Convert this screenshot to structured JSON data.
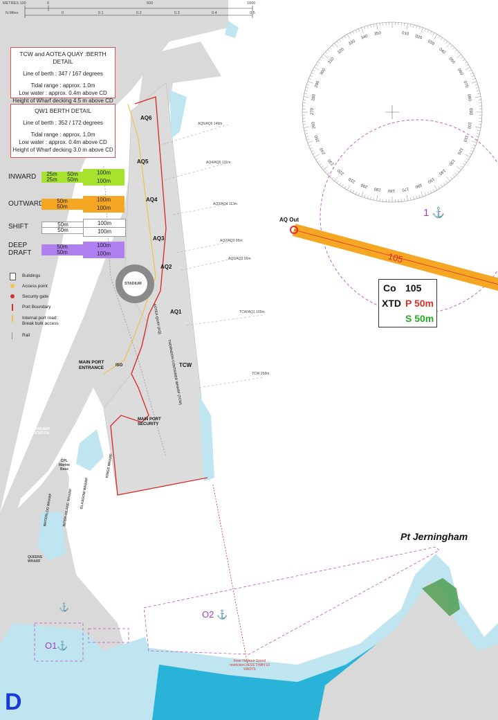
{
  "scale": {
    "metres_label": "METRES 100",
    "metres_ticks": [
      "0",
      "500",
      "1000"
    ],
    "nmiles_label": "N.Miles",
    "nmiles_ticks": [
      "0",
      "0.1",
      "0.2",
      "0.3",
      "0.4",
      "0.5"
    ]
  },
  "tcw_box": {
    "title": "TCW and AOTEA  QUAY :BERTH DETAIL",
    "line_of_berth": "Line of berth : 347 / 167 degrees",
    "tidal_range": "Tidal range : approx. 1.0m",
    "low_water": "Low water : approx. 0.4m above CD",
    "wharf_height": "Height of Wharf decking 4.5 m above CD"
  },
  "qw1_box": {
    "title": "QW1 BERTH DETAIL",
    "line_of_berth": "Line of berth : 352 / 172 degrees",
    "tidal_range": "Tidal range : approx. 1.0m",
    "low_water": "Low water : approx. 0.4m above CD",
    "wharf_height": "Height of Wharf decking 3.0 m above CD"
  },
  "movements": [
    {
      "label": "INWARD",
      "color": "#a6e22e",
      "top": [
        "25m",
        "50m",
        "100m"
      ],
      "bottom": [
        "25m",
        "50m",
        "100m"
      ]
    },
    {
      "label": "OUTWARD",
      "color": "#f5a623",
      "top": [
        "50m",
        "100m"
      ],
      "bottom": [
        "50m",
        "100m"
      ]
    },
    {
      "label": "SHIFT",
      "color": "#ffffff",
      "top": [
        "50m",
        "100m"
      ],
      "bottom": [
        "50m",
        "100m"
      ]
    },
    {
      "label": "DEEP DRAFT",
      "color": "#b07ff0",
      "top": [
        "50m",
        "100m"
      ],
      "bottom": [
        "50m",
        "100m"
      ]
    }
  ],
  "key": {
    "buildings": "Buildings",
    "access_point": "Access point",
    "security_gate": "Security gate",
    "port_boundary": "Port Boundary",
    "internal_road": "Internal port road:",
    "internal_road_2": "Break bulk access",
    "rail": "Rail"
  },
  "berths": [
    "AQ6",
    "AQ5",
    "AQ4",
    "AQ3",
    "AQ2",
    "AQ1",
    "TCW"
  ],
  "berth_lines": [
    "AQ5/AQ6 149m",
    "AQ4/AQ5 131m",
    "AQ3/AQ4 113m",
    "AQ2/AQ3 95m",
    "AQ1/AQ2 95m",
    "TCW/AQ1 165m",
    "TCW 258m"
  ],
  "places": {
    "stadium": "STADIUM",
    "main_port_entrance": "MAIN PORT ENTRANCE",
    "main_port_security": "MAIN PORT SECURITY",
    "iso": "ISO",
    "aotea_quay": "AOTEA QUAY (AQ)",
    "thorndon": "THORNDON CONTAINER WHARF (TCW)",
    "kings_wharf": "KINGS WHARF",
    "glasgow_wharf": "GLASGOW WHARF",
    "interisland_wharf": "INTER-ISLAND WHARF",
    "waterloo_wharf": "WATERLOO WHARF",
    "queens_wharf": "QUEENS WHARF",
    "cpl_marine": "CPL Marine Base",
    "railway_station": "RAILWAY STATION",
    "speed_note": "Inner Harbour Speed restriction LESS THAN 10 KNOTS",
    "pt_jerningham": "Pt Jerningham",
    "anchorage_1": "1",
    "anchorage_o1": "O1",
    "anchorage_o2": "O2"
  },
  "course": {
    "start_label": "AQ Out",
    "bearing_label": "105",
    "co_label": "Co",
    "co_value": "105",
    "xtd_label": "XTD",
    "port_value": "P 50m",
    "stbd_value": "S 50m"
  },
  "compass": {
    "labels": [
      "350",
      "010",
      "020",
      "030",
      "040",
      "050",
      "060",
      "070",
      "080",
      "090",
      "100",
      "110",
      "120",
      "130",
      "140",
      "150",
      "160",
      "170",
      "180",
      "190",
      "200",
      "210",
      "220",
      "230",
      "240",
      "250",
      "260",
      "270",
      "280",
      "290",
      "300",
      "310",
      "320",
      "330",
      "340"
    ]
  },
  "sheet_letter": "D",
  "colors": {
    "water_light": "#bfe6f0",
    "water_dark": "#2ab3d8",
    "land": "#d9d9d9",
    "boundary": "#d9302c",
    "course": "#f5a623",
    "magenta": "#c44fc4"
  }
}
